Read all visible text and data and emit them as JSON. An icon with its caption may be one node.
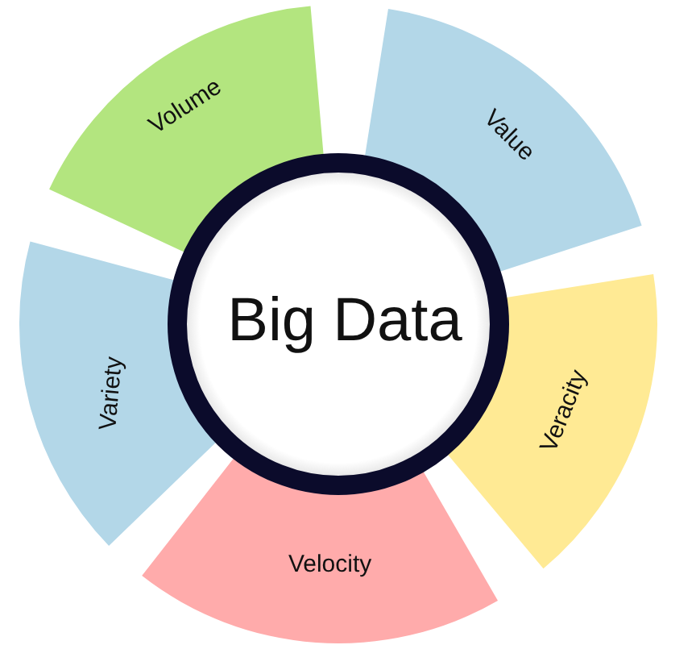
{
  "diagram": {
    "nodes": [
      {
        "text": [
          "Big Data"
        ]
      },
      {
        "text": [
          "Volume"
        ]
      },
      {
        "text": [
          "Value"
        ]
      },
      {
        "text": [
          "Variety"
        ]
      },
      {
        "text": [
          "Veracity"
        ]
      },
      {
        "text": [
          "Velocity"
        ]
      }
    ]
  }
}
